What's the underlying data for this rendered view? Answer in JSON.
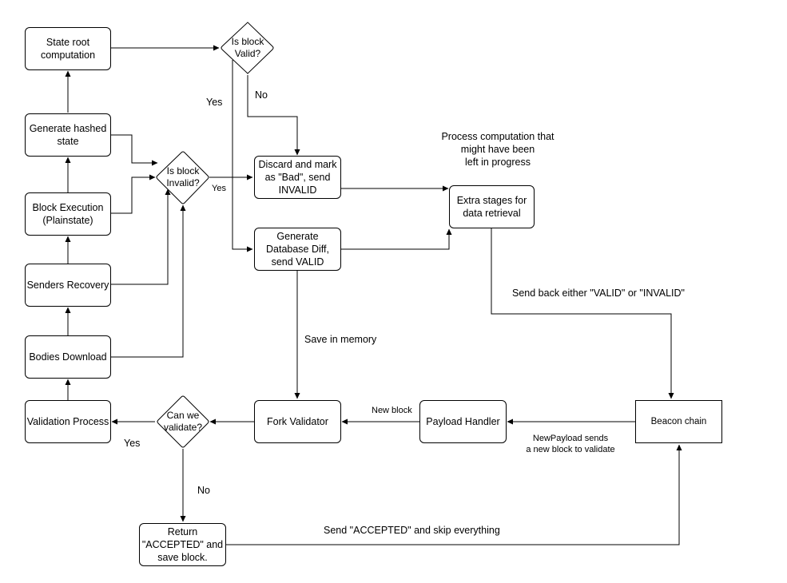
{
  "nodes": {
    "state_root": "State root\ncomputation",
    "generate_hashed": "Generate hashed\nstate",
    "block_execution": "Block Execution\n(Plainstate)",
    "senders_recovery": "Senders Recovery",
    "bodies_download": "Bodies Download",
    "validation_process": "Validation Process",
    "discard": "Discard and mark\nas \"Bad\", send\nINVALID",
    "generate_diff": "Generate\nDatabase Diff,\nsend VALID",
    "extra_stages": "Extra stages for\ndata retrieval",
    "fork_validator": "Fork Validator",
    "payload_handler": "Payload Handler",
    "beacon_chain": "Beacon chain",
    "return_accepted": "Return\n\"ACCEPTED\" and\nsave block."
  },
  "decisions": {
    "is_block_valid": "Is block\nValid?",
    "is_block_invalid": "Is block\nInvalid?",
    "can_we_validate": "Can we\nvalidate?"
  },
  "labels": {
    "yes_valid": "Yes",
    "no_valid": "No",
    "yes_invalid": "Yes",
    "process_computation": "Process computation that\nmight have been\nleft in progress",
    "send_back": "Send back either \"VALID\" or \"INVALID\"",
    "save_memory": "Save in memory",
    "new_block": "New block",
    "new_payload": "NewPayload sends\na new block to validate",
    "yes_validate": "Yes",
    "no_validate": "No",
    "send_accepted": "Send \"ACCEPTED\" and skip everything"
  }
}
